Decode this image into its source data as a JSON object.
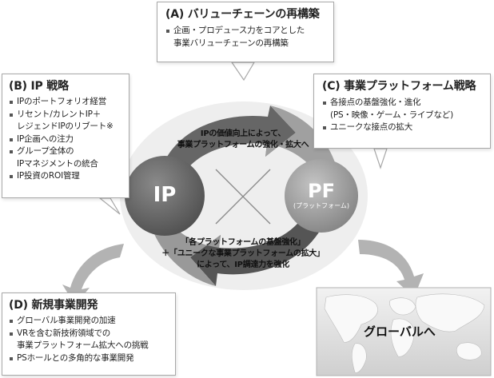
{
  "box_a": {
    "title": "(A) バリューチェーンの再構築",
    "items": [
      [
        "企画・プロデュース力をコアとした",
        "事業バリューチェーンの再構築"
      ]
    ]
  },
  "box_b": {
    "title": "(B) IP 戦略",
    "items": [
      [
        "IPのポートフォリオ経営"
      ],
      [
        "リセント/カレントIP＋",
        "レジェンドIPのリブート※"
      ],
      [
        "IP企画への注力"
      ],
      [
        "グループ全体の",
        "IPマネジメントの統合"
      ],
      [
        "IP投資のROI管理"
      ]
    ]
  },
  "box_c": {
    "title": "(C) 事業プラットフォーム戦略",
    "items": [
      [
        "各接点の基盤強化・進化",
        "(PS・映像・ゲーム・ライブなど)"
      ],
      [
        "ユニークな接点の拡大"
      ]
    ]
  },
  "box_d": {
    "title": "(D) 新規事業開発",
    "items": [
      [
        "グローバル事業開発の加速"
      ],
      [
        "VRを含む新技術領域での",
        "事業プラットフォーム拡大への挑戦"
      ],
      [
        "PSホールとの多角的な事業開発"
      ]
    ]
  },
  "cycle": {
    "top_text_1": "IPの価値向上によって、",
    "top_text_2": "事業プラットフォームの強化・拡大へ",
    "bottom_text_1": "「各プラットフォームの基盤強化」",
    "bottom_text_2": "＋「ユニークな事業プラットフォームの拡大」",
    "bottom_text_3": "によって、IP調達力を強化",
    "ip_label": "IP",
    "pf_label": "PF",
    "pf_sub": "(プラットフォーム)"
  },
  "globe": {
    "label": "グローバルへ"
  },
  "colors": {
    "ring_dark": "#555555",
    "ring_light": "#a8a8a8",
    "circle_ip": "#6e6e6e",
    "circle_pf": "#9a9a9a",
    "arrow_fill": "#b3b3b3",
    "globe_bg": "#dcdcdc"
  }
}
